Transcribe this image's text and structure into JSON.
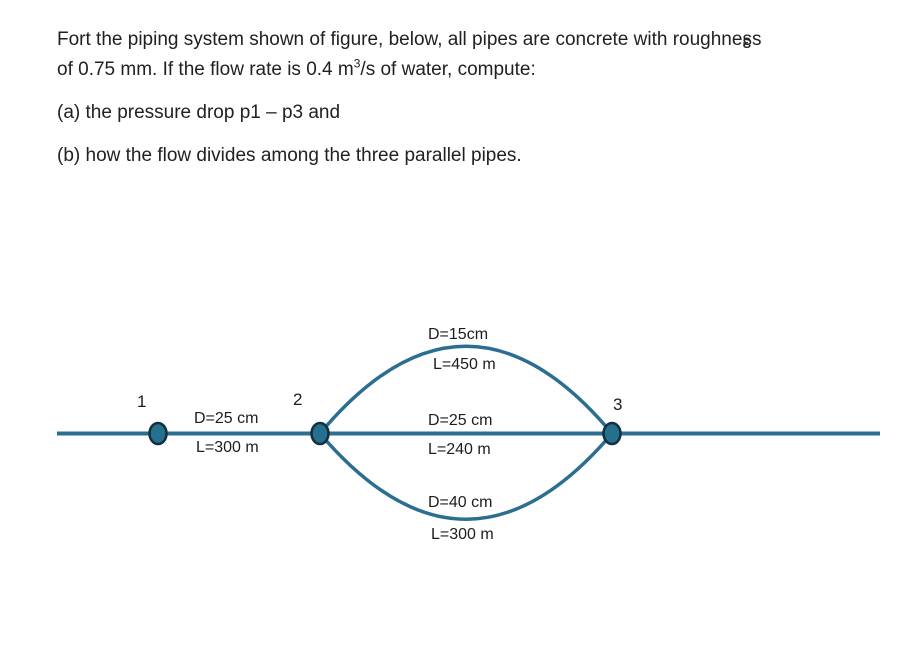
{
  "problem": {
    "line1_pre": "Fort the piping system shown of figure, below, all pipes are concrete with roughne",
    "line1_s1": "s",
    "line1_epsilon_overlay": "ɛ",
    "line1_s2": "s",
    "line2_pre": "of 0.75 mm. If the flow rate is 0.4 m",
    "line2_sup": "3",
    "line2_post": "/s of water, compute:",
    "item_a": "(a) the pressure drop p1 – p3 and",
    "item_b": "(b) how the flow divides among the three parallel pipes."
  },
  "figure": {
    "colors": {
      "pipe": "#2b6e90",
      "node_fill": "#26708f",
      "node_stroke": "#13303f",
      "label_text": "#1d1d1f"
    },
    "nodes": {
      "n1": "1",
      "n2": "2",
      "n3": "3"
    },
    "inlet_pipe": {
      "diameter": "D=25 cm",
      "length": "L=300 m"
    },
    "branch_top": {
      "diameter": "D=15cm",
      "length": "L=450 m"
    },
    "branch_middle": {
      "diameter": "D=25 cm",
      "length": "L=240 m"
    },
    "branch_bottom": {
      "diameter": "D=40 cm",
      "length": "L=300 m"
    }
  }
}
